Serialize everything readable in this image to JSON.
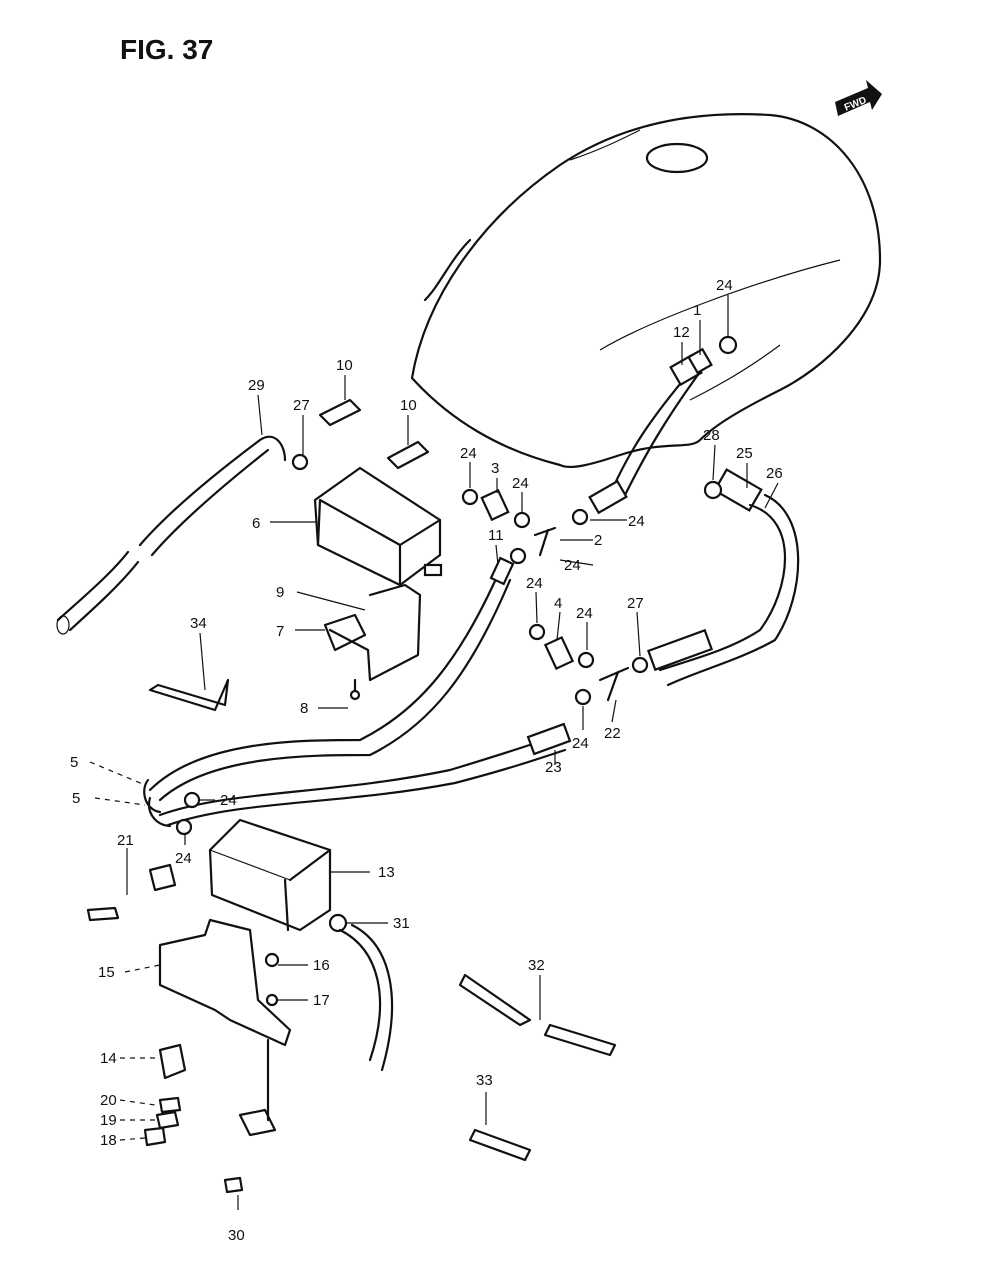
{
  "figure": {
    "title": "FIG. 37",
    "forward_badge": "FWD"
  },
  "callouts": {
    "c1": "1",
    "c2": "2",
    "c3": "3",
    "c4": "4",
    "c5a": "5",
    "c5b": "5",
    "c6": "6",
    "c7": "7",
    "c8": "8",
    "c9": "9",
    "c10a": "10",
    "c10b": "10",
    "c11": "11",
    "c12": "12",
    "c13": "13",
    "c14": "14",
    "c15": "15",
    "c16": "16",
    "c17": "17",
    "c18": "18",
    "c19": "19",
    "c20": "20",
    "c21": "21",
    "c22": "22",
    "c23": "23",
    "c24a": "24",
    "c24b": "24",
    "c24c": "24",
    "c24d": "24",
    "c24e": "24",
    "c24f": "24",
    "c24g": "24",
    "c24h": "24",
    "c24i": "24",
    "c24j": "24",
    "c25": "25",
    "c26": "26",
    "c27a": "27",
    "c27b": "27",
    "c28": "28",
    "c29": "29",
    "c30": "30",
    "c31": "31",
    "c32": "32",
    "c33": "33",
    "c34": "34"
  },
  "colors": {
    "ink": "#111111",
    "paper": "#ffffff"
  }
}
